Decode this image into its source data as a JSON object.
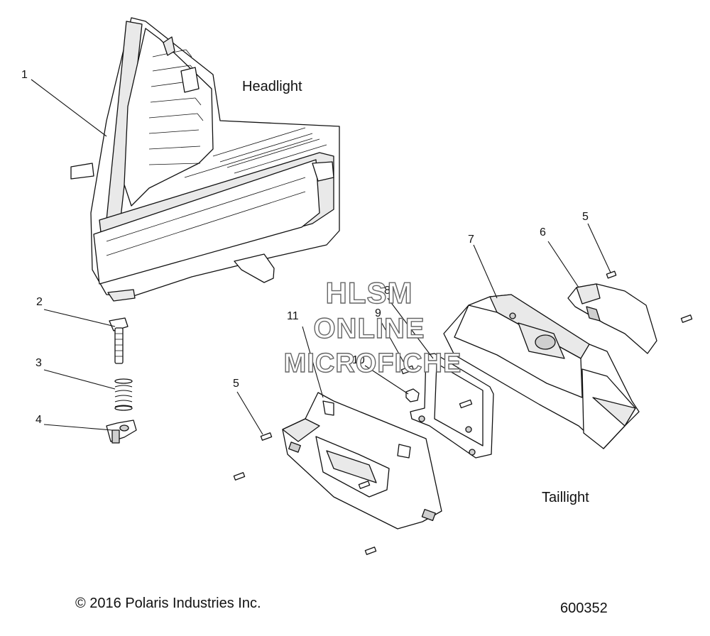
{
  "headings": {
    "headlight": "Headlight",
    "taillight": "Taillight"
  },
  "callouts": [
    "1",
    "2",
    "3",
    "4",
    "5",
    "5",
    "6",
    "7",
    "8",
    "9",
    "10",
    "11"
  ],
  "watermark": {
    "line1": "HLSM",
    "line2": "ONLINE",
    "line3": "MICROFICHE"
  },
  "footer": {
    "copyright": "© 2016 Polaris Industries Inc.",
    "figure_number": "600352"
  }
}
